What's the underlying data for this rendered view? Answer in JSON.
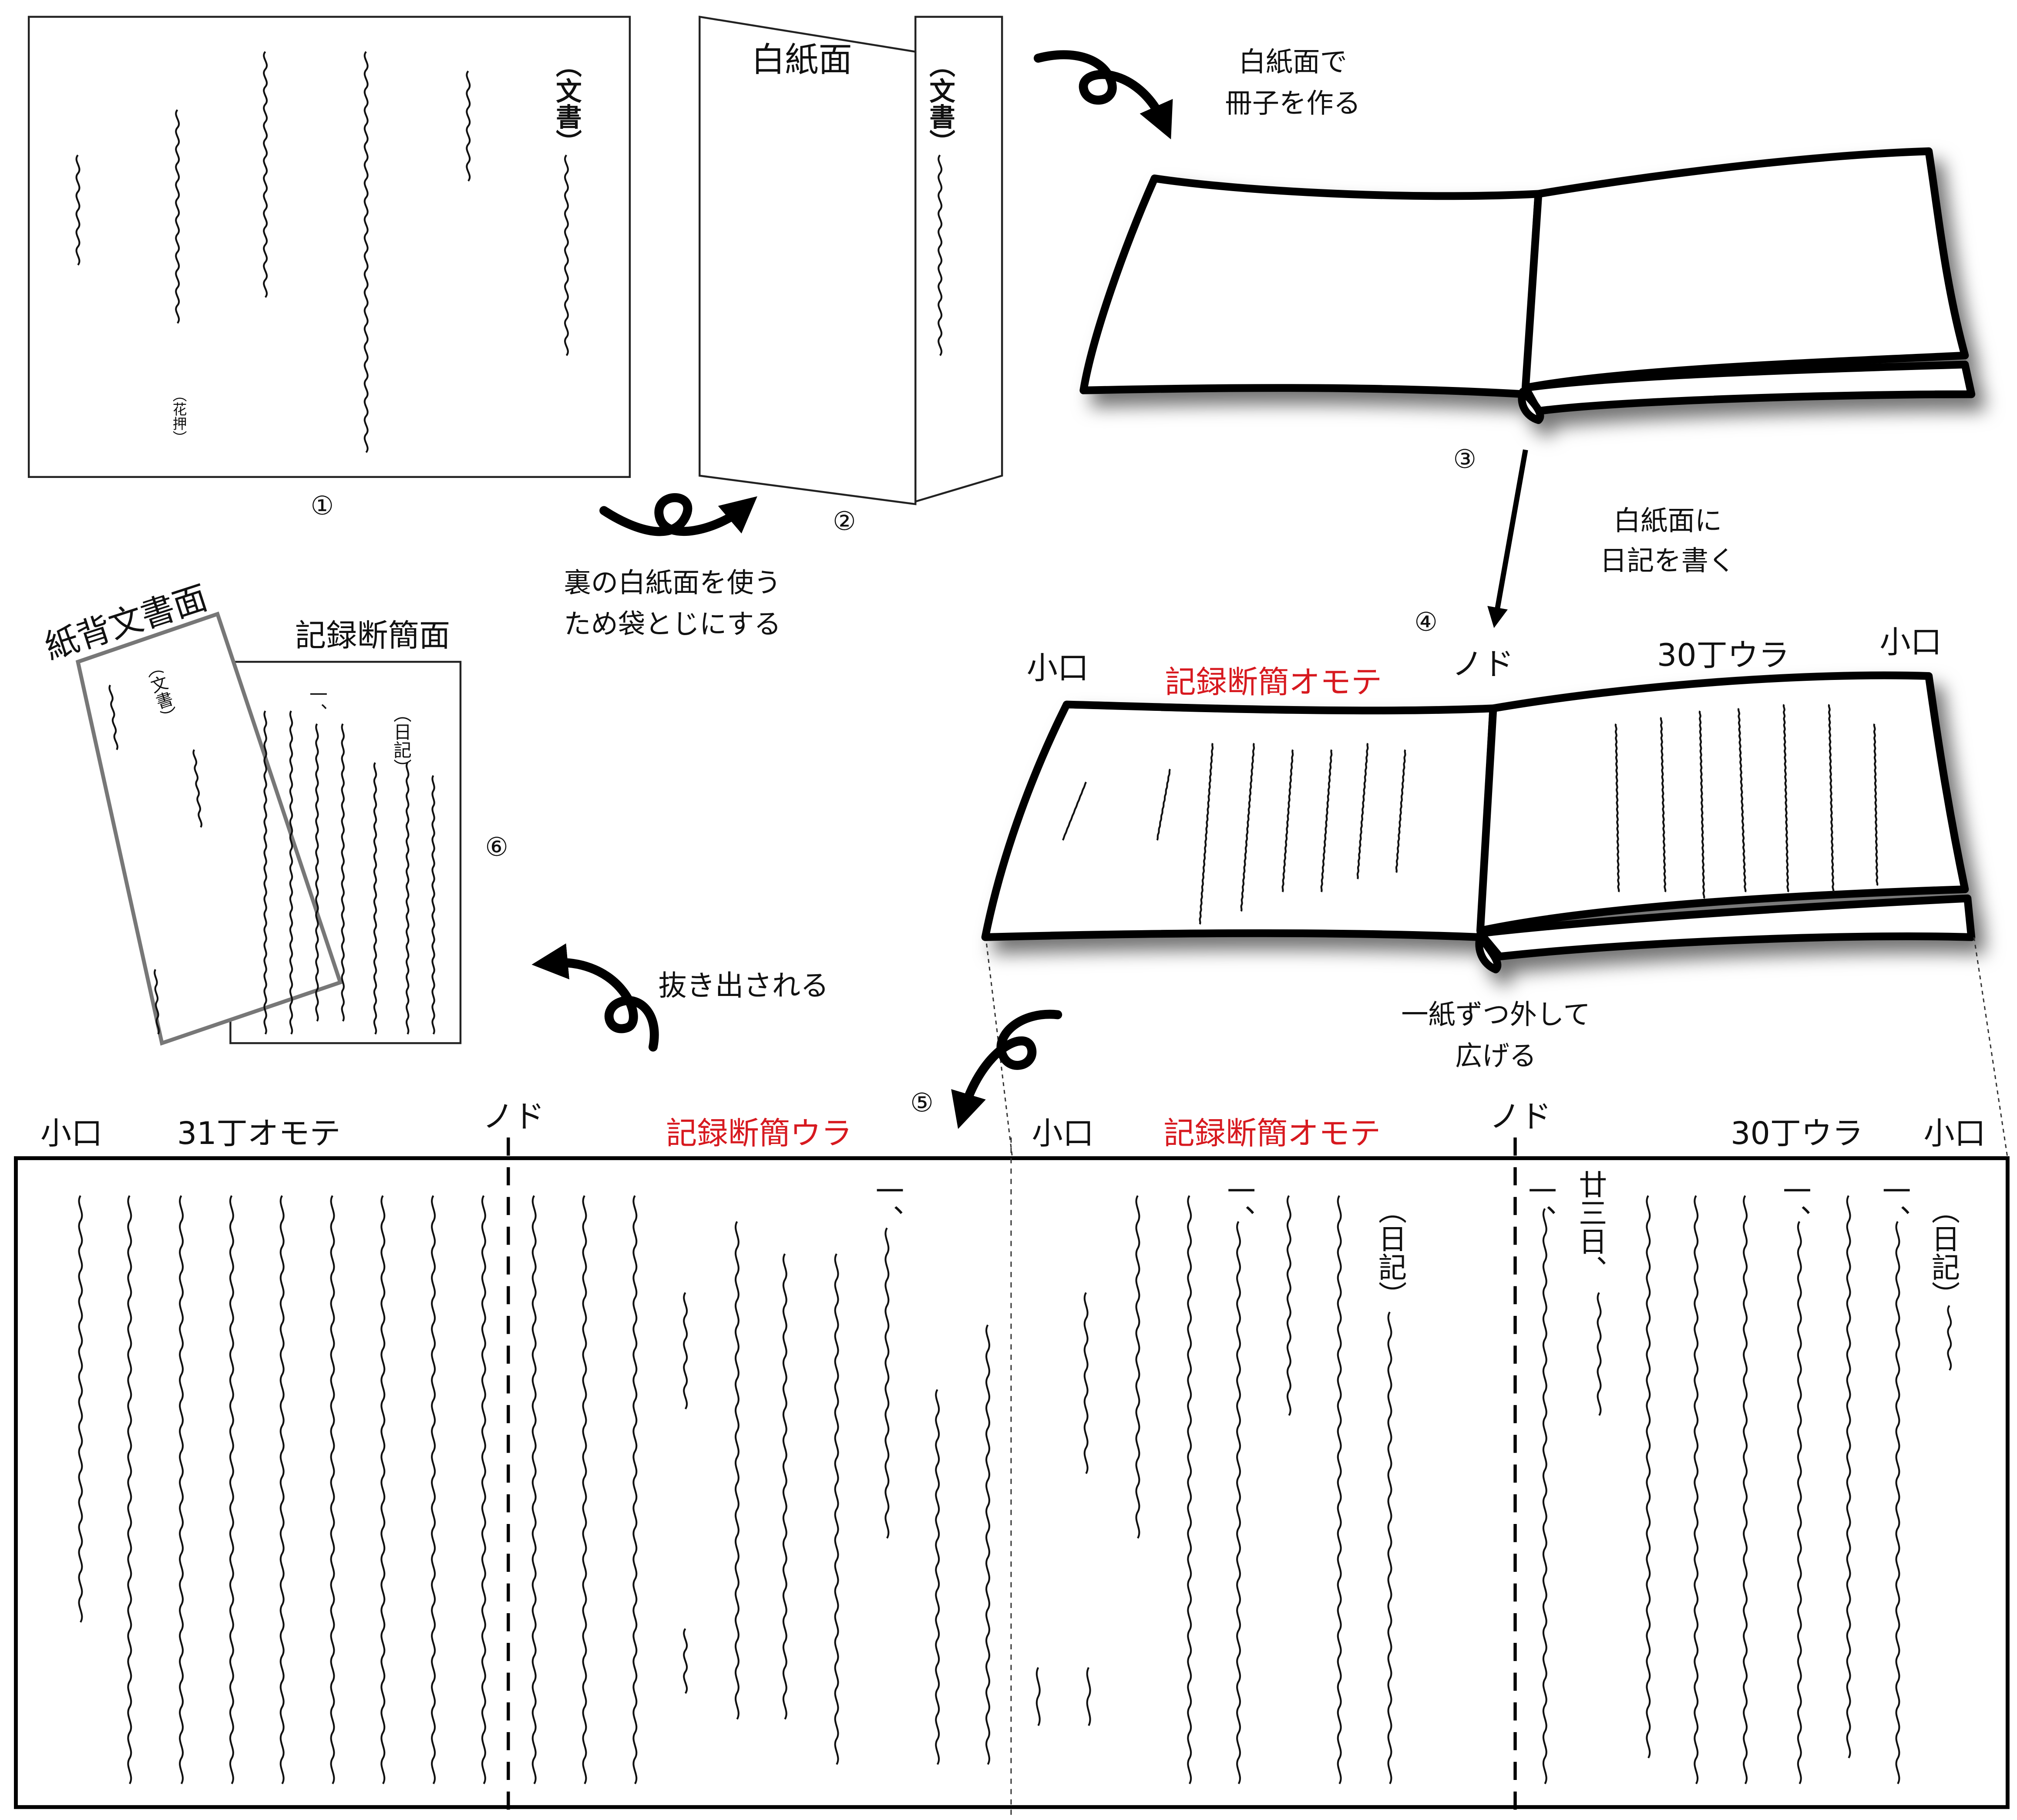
{
  "step_numbers": {
    "s1": "①",
    "s2": "②",
    "s3": "③",
    "s4": "④",
    "s5": "⑤",
    "s6": "⑥"
  },
  "sheet1": {
    "doc_title": "（文書）",
    "seal": "（花押）"
  },
  "sheet2": {
    "blank_side": "白紙面",
    "doc_title": "（文書）"
  },
  "captions": {
    "make_booklet_1": "白紙面で",
    "make_booklet_2": "冊子を作る",
    "fold_1": "裏の白紙面を使う",
    "fold_2": "ため袋とじにする",
    "write_diary_1": "白紙面に",
    "write_diary_2": "日記を書く",
    "unfold_1": "一紙ずつ外して",
    "unfold_2": "広げる",
    "extracted": "抜き出される"
  },
  "book4_labels": {
    "fore_edge_left": "小口",
    "record_front": "記録断簡オモテ",
    "gutter": "ノド",
    "leaf30_back": "30丁ウラ",
    "fore_edge_right": "小口"
  },
  "sheet6": {
    "verso_doc_side": "紙背文書面",
    "record_side": "記録断簡面",
    "doc_title": "（文書）",
    "diary_title": "（日記）",
    "item_mark": "一、"
  },
  "spread": {
    "labels": [
      "小口",
      "31丁オモテ",
      "ノド",
      "記録断簡ウラ",
      "小口",
      "記録断簡オモテ",
      "ノド",
      "30丁ウラ",
      "小口"
    ],
    "item_mark": "一、",
    "diary_title": "（日記）",
    "date": "廿三日、",
    "accent_color": "#d7191f"
  }
}
